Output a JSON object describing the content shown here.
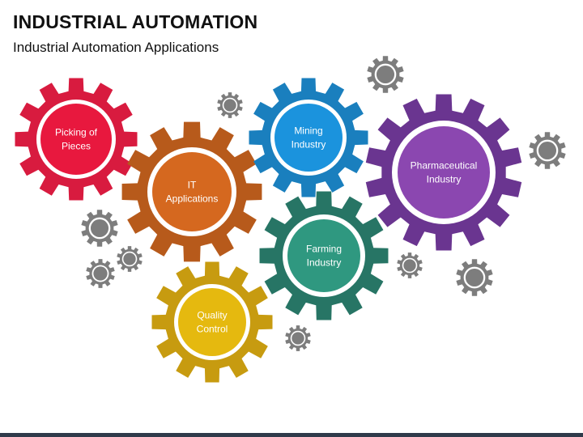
{
  "header": {
    "title": "INDUSTRIAL AUTOMATION",
    "subtitle": "Industrial Automation Applications"
  },
  "colors": {
    "background": "#ffffff",
    "small_gear": "#7d7d7d",
    "bottom_bar": "#2f3a4a"
  },
  "gears": [
    {
      "id": "picking",
      "lines": [
        "Picking of",
        "Pieces"
      ],
      "color": "#d81b3f",
      "inner": "#e8183e"
    },
    {
      "id": "it",
      "lines": [
        "IT",
        "Applications"
      ],
      "color": "#b75a1b",
      "inner": "#d5681f"
    },
    {
      "id": "mining",
      "lines": [
        "Mining",
        "Industry"
      ],
      "color": "#1a7fbe",
      "inner": "#1b93dd"
    },
    {
      "id": "pharma",
      "lines": [
        "Pharmaceutical",
        "Industry"
      ],
      "color": "#6a3590",
      "inner": "#8b47b0"
    },
    {
      "id": "farming",
      "lines": [
        "Farming",
        "Industry"
      ],
      "color": "#277565",
      "inner": "#2f9880"
    },
    {
      "id": "quality",
      "lines": [
        "Quality",
        "Control"
      ],
      "color": "#c79b10",
      "inner": "#e5b90f"
    }
  ],
  "decorative_gears": {
    "icon": "gear-icon",
    "count": 9
  }
}
